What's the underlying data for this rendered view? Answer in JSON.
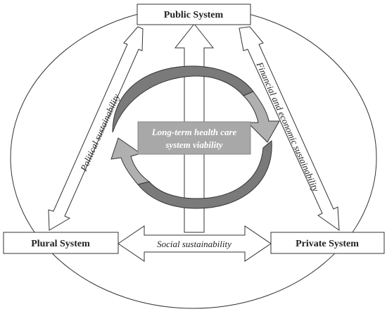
{
  "nodes": {
    "public": "Public System",
    "plural": "Plural System",
    "private": "Private System"
  },
  "links": {
    "political": "Political sustainability",
    "financial": "Financial and economic sustainability",
    "social": "Social sustainability"
  },
  "center": {
    "line1": "Long-term health care",
    "line2": "system viability"
  },
  "colors": {
    "dark_arrow": "#7a7a7a",
    "light_arrow": "#b0b0b0",
    "center_box": "#a8a8a8",
    "stroke": "#333333"
  }
}
